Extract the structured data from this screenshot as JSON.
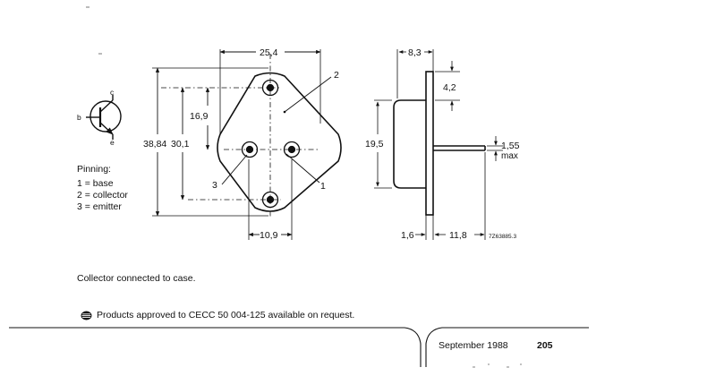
{
  "symbol": {
    "base": "b",
    "collector": "c",
    "emitter": "e"
  },
  "pinning": {
    "title": "Pinning:",
    "items": [
      "1 = base",
      "2 = collector",
      "3 = emitter"
    ]
  },
  "drawing": {
    "width": "25,4",
    "height_total": "38,84",
    "hole_spacing": "30,1",
    "half_height": "16,9",
    "pin_spacing": "10,9",
    "label_1": "1",
    "label_2": "2",
    "label_3": "3",
    "side_width": "8,3",
    "flange": "4,2",
    "body_height": "19,5",
    "pin_dia": "1,55",
    "pin_dia_note": "max",
    "flange_thk": "1,6",
    "pin_length": "11,8",
    "drawing_code": "7Z63885.3"
  },
  "notes": {
    "collector": "Collector connected to case.",
    "cecc": "Products approved to CECC 50 004-125 available on request."
  },
  "footer": {
    "date": "September 1988",
    "page": "205"
  },
  "icons": {
    "cecc": "cecc-mark-icon"
  }
}
